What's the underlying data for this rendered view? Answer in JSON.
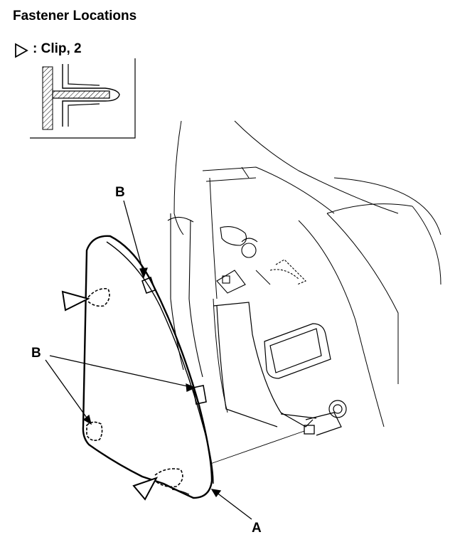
{
  "title": "Fastener Locations",
  "legend": {
    "symbol": "clip-triangle-icon",
    "text": ": Clip, 2"
  },
  "callouts": {
    "b_top": "B",
    "b_left": "B",
    "a": "A"
  },
  "colors": {
    "ink": "#000000",
    "background": "#ffffff"
  }
}
